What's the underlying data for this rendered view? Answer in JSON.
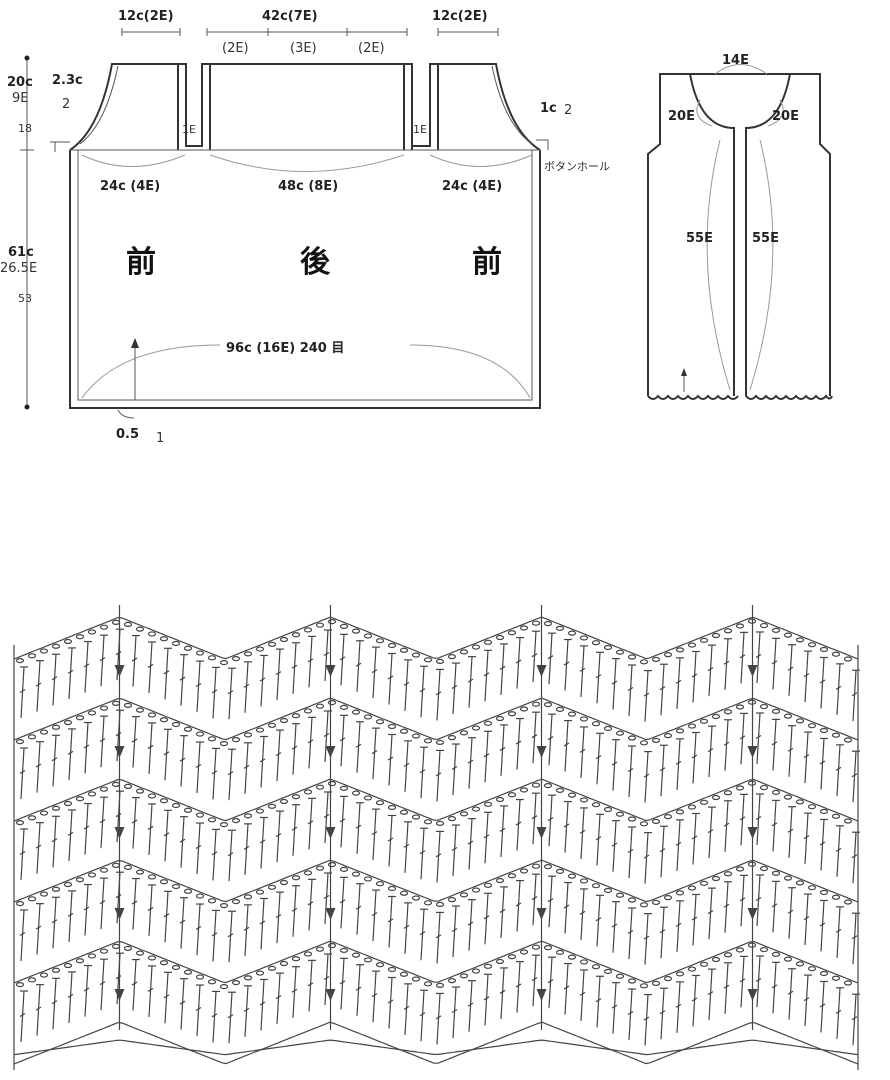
{
  "top_dims": {
    "left_shoulder": "12c(2E)",
    "back_neck": "42c(7E)",
    "right_shoulder": "12c(2E)",
    "back_sub_left": "(2E)",
    "back_sub_mid": "(3E)",
    "back_sub_right": "(2E)"
  },
  "left_dims": {
    "armhole_height": "20c",
    "armhole_rows": "9E",
    "armhole_count": "18",
    "shoulder_drop": "2.3c",
    "shoulder_count": "2",
    "body_height": "61c",
    "body_rows": "26.5E",
    "body_count": "53"
  },
  "body_labels": {
    "front_left_width": "24c (4E)",
    "back_width": "48c (8E)",
    "front_right_width": "24c (4E)",
    "underarm_left": "1E",
    "underarm_right": "1E",
    "front_left": "前",
    "back": "後",
    "front_right": "前",
    "hem": "96c (16E) 240 目",
    "border": "0.5",
    "border_count": "1",
    "edge_right": "1c",
    "edge_right_count": "2",
    "buttonhole": "ボタンホール"
  },
  "band": {
    "neck": "14E",
    "left_neck": "20E",
    "right_neck": "20E",
    "left_front": "55E",
    "right_front": "55E"
  }
}
